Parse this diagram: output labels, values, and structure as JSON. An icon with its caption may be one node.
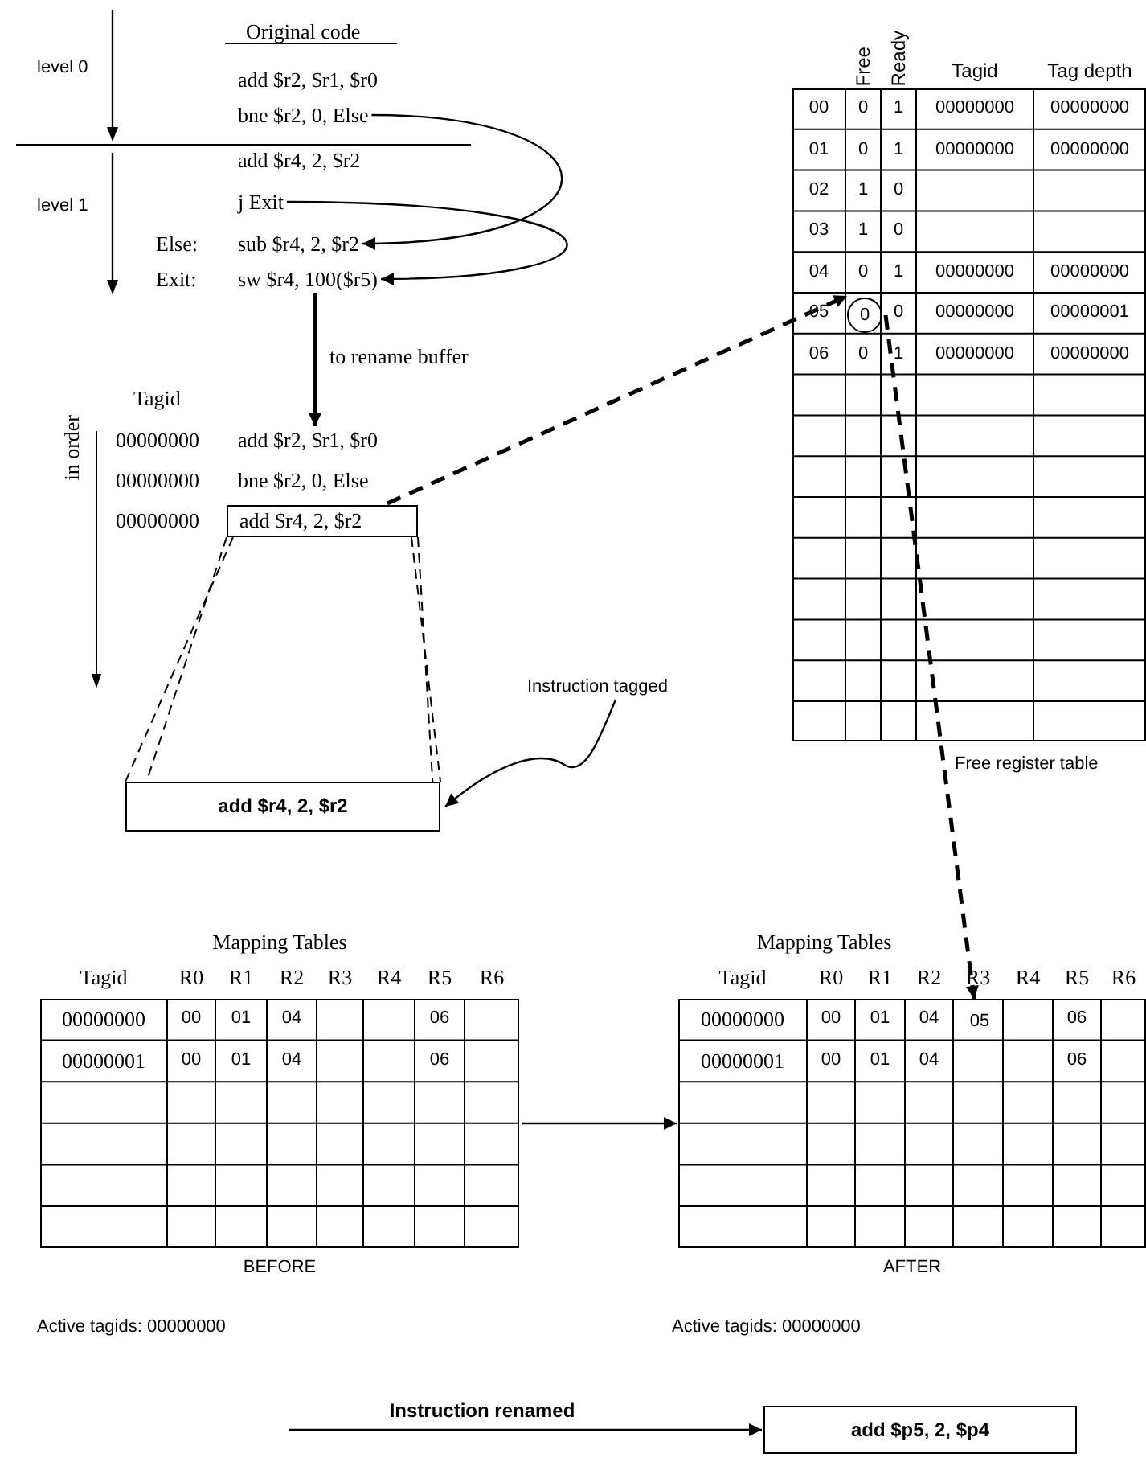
{
  "diagram": {
    "nodes": [
      {
        "text": [
          "bne $r2, 0, Else"
        ]
      },
      {
        "text": [
          "j Exit"
        ]
      },
      {
        "text": [
          "sub $r4, 2, $r2"
        ]
      },
      {
        "text": [
          "sw $r4, 100($r5)"
        ]
      },
      {
        "text": [
          "Free register table"
        ]
      },
      {
        "text": [
          "0"
        ],
        "in": 4
      },
      {
        "text": [
          "add $r2, $r1, $r0"
        ]
      },
      {
        "text": [
          "add $r4, 2, $r2"
        ]
      },
      {
        "text": [
          "Instruction tagged"
        ]
      },
      {
        "text": [
          "add $r4, 2, $r2"
        ]
      },
      {
        "text": [
          "Mapping Tables"
        ],
        "beside": [
          "BEFORE"
        ]
      },
      {
        "text": [
          "Mapping Tables"
        ],
        "beside": [
          "AFTER"
        ]
      },
      {
        "text": [
          "05"
        ],
        "in": 11
      },
      {
        "text": [
          "add $p5, 2, $p4"
        ]
      }
    ],
    "edges": [
      {
        "from": 0,
        "to": 2,
        "arrow": "to"
      },
      {
        "from": 1,
        "to": 3,
        "arrow": "to"
      },
      {
        "from": 3,
        "to": 6,
        "arrow": "to",
        "label": "to rename buffer",
        "style": "thick"
      },
      {
        "from": 7,
        "to": 5,
        "arrow": "to",
        "style": "dashed"
      },
      {
        "from": 7,
        "to": 9,
        "arrow": "none",
        "style": "dashed"
      },
      {
        "from": 8,
        "to": 9,
        "arrow": "to"
      },
      {
        "from": 5,
        "to": 12,
        "arrow": "to",
        "style": "dashed"
      },
      {
        "from": 10,
        "to": 11,
        "arrow": "to"
      },
      {
        "from": null,
        "to": 13,
        "arrow": "to",
        "label": "Instruction renamed"
      }
    ],
    "labels": [
      "level 0",
      "Original code",
      "add $r2, $r1, $r0",
      "level 1",
      "add $r4, 2, $r2",
      "Else:",
      "Exit:",
      "Free",
      "Ready",
      "Tagid",
      "Tag depth",
      "00",
      "0",
      "1",
      "00000000",
      "00000000",
      "01",
      "0",
      "1",
      "00000000",
      "00000000",
      "02",
      "1",
      "0",
      "03",
      "1",
      "0",
      "04",
      "0",
      "1",
      "00000000",
      "00000000",
      "05",
      "0",
      "00000000",
      "00000001",
      "06",
      "0",
      "1",
      "00000000",
      "00000000",
      "Tagid",
      "00000000",
      "00000000",
      "bne $r2, 0, Else",
      "00000000",
      "in order",
      "Tagid",
      "R0",
      "R1",
      "R2",
      "R3",
      "R4",
      "R5",
      "R6",
      "00000000",
      "00",
      "01",
      "04",
      "06",
      "00000001",
      "00",
      "01",
      "04",
      "06",
      "Tagid",
      "R0",
      "R1",
      "R2",
      "R3",
      "R4",
      "R5",
      "R6",
      "00000000",
      "00",
      "01",
      "04",
      "06",
      "00000001",
      "00",
      "01",
      "04",
      "06",
      "Active tagids: 00000000",
      "Active tagids: 00000000"
    ]
  }
}
